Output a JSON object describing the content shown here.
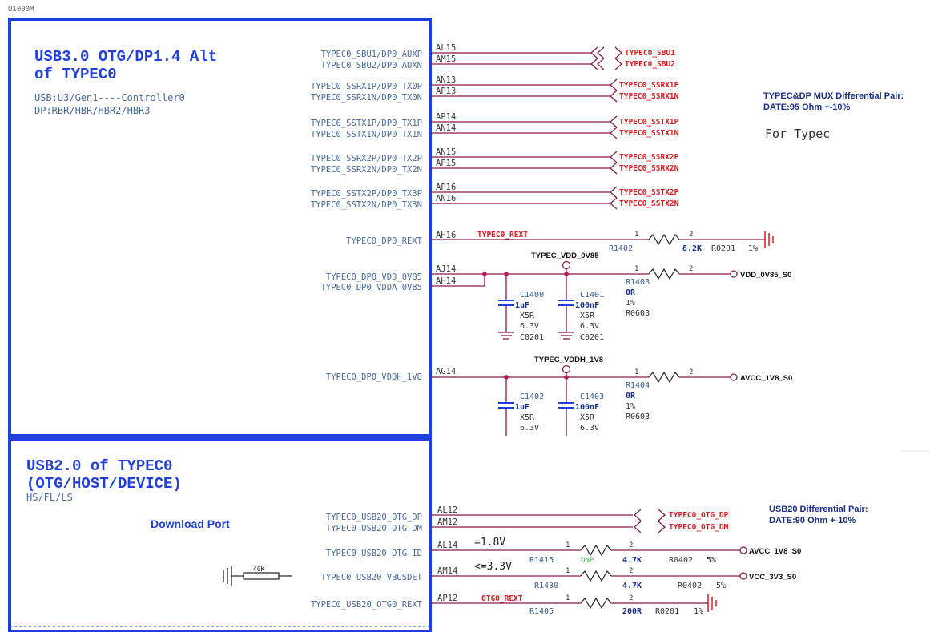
{
  "component_ref": "U1000M",
  "top_block": {
    "title_line1": "USB3.0 OTG/DP1.4 Alt",
    "title_line2": "of TYPEC0",
    "usb_info": "USB:U3/Gen1----Controller0",
    "dp_info": "DP:RBR/HBR/HBR2/HBR3",
    "diff_pairs": [
      {
        "pins": [
          "AL15",
          "AM15"
        ],
        "names": [
          "TYPEC0_SBU1/DP0_AUXP",
          "TYPEC0_SBU2/DP0_AUXN"
        ],
        "nets": [
          "TYPEC0_SBU1",
          "TYPEC0_SBU2"
        ]
      },
      {
        "pins": [
          "AN13",
          "AP13"
        ],
        "names": [
          "TYPEC0_SSRX1P/DP0_TX0P",
          "TYPEC0_SSRX1N/DP0_TX0N"
        ],
        "nets": [
          "TYPEC0_SSRX1P",
          "TYPEC0_SSRX1N"
        ]
      },
      {
        "pins": [
          "AP14",
          "AN14"
        ],
        "names": [
          "TYPEC0_SSTX1P/DP0_TX1P",
          "TYPEC0_SSTX1N/DP0_TX1N"
        ],
        "nets": [
          "TYPEC0_SSTX1P",
          "TYPEC0_SSTX1N"
        ]
      },
      {
        "pins": [
          "AN15",
          "AP15"
        ],
        "names": [
          "TYPEC0_SSRX2P/DP0_TX2P",
          "TYPEC0_SSRX2N/DP0_TX2N"
        ],
        "nets": [
          "TYPEC0_SSRX2P",
          "TYPEC0_SSRX2N"
        ]
      },
      {
        "pins": [
          "AP16",
          "AN16"
        ],
        "names": [
          "TYPEC0_SSTX2P/DP0_TX3P",
          "TYPEC0_SSTX2N/DP0_TX3N"
        ],
        "nets": [
          "TYPEC0_SSTX2P",
          "TYPEC0_SSTX2N"
        ]
      }
    ],
    "mux_note_line1": "TYPEC&DP MUX Differential Pair:",
    "mux_note_line2": "DATE:95  Ohm +-10%",
    "for_typec": "For Typec",
    "rext": {
      "pin": "AH16",
      "name": "TYPEC0_DP0_REXT",
      "net": "TYPEC0_REXT",
      "ref": "R1402",
      "value": "8.2K",
      "pkg": "R0201",
      "tol": "1%",
      "pin1": "1",
      "pin2": "2"
    },
    "vdd": {
      "pins": [
        "AJ14",
        "AH14"
      ],
      "names": [
        "TYPEC0_DP0_VDD_0V85",
        "TYPEC0_DP0_VDDA_0V85"
      ],
      "rail": "TYPEC_VDD_0V85",
      "ref": "R1403",
      "value": "0R",
      "tol": "1%",
      "pkg": "R0603",
      "net": "VDD_0V85_S0",
      "pin1": "1",
      "pin2": "2",
      "caps": [
        {
          "ref": "C1400",
          "value": "1uF",
          "diel": "X5R",
          "volt": "6.3V",
          "pkg": "C0201"
        },
        {
          "ref": "C1401",
          "value": "100nF",
          "diel": "X5R",
          "volt": "6.3V",
          "pkg": "C0201"
        }
      ]
    },
    "vddh": {
      "pin": "AG14",
      "name": "TYPEC0_DP0_VDDH_1V8",
      "rail": "TYPEC_VDDH_1V8",
      "ref": "R1404",
      "value": "0R",
      "tol": "1%",
      "pkg": "R0603",
      "net": "AVCC_1V8_S0",
      "pin1": "1",
      "pin2": "2",
      "caps": [
        {
          "ref": "C1402",
          "value": "1uF",
          "diel": "X5R",
          "volt": "6.3V"
        },
        {
          "ref": "C1403",
          "value": "100nF",
          "diel": "X5R",
          "volt": "6.3V"
        }
      ]
    }
  },
  "bottom_block": {
    "title_line1": "USB2.0 of TYPEC0",
    "title_line2": "(OTG/HOST/DEVICE)",
    "speeds": "HS/FL/LS",
    "download_port": "Download Port",
    "usb20_note_line1": "USB20 Differential Pair:",
    "usb20_note_line2": "DATE:90  Ohm +-10%",
    "diff_pair": {
      "pins": [
        "AL12",
        "AM12"
      ],
      "names": [
        "TYPEC0_USB20_OTG_DP",
        "TYPEC0_USB20_OTG_DM"
      ],
      "nets": [
        "TYPEC0_OTG_DP",
        "TYPEC0_OTG_DM"
      ]
    },
    "otg_id": {
      "pin": "AL14",
      "name": "TYPEC0_USB20_OTG_ID",
      "voltage": "=1.8V",
      "ref": "R1415",
      "dnp": "DNP",
      "value": "4.7K",
      "pkg": "R0402",
      "tol": "5%",
      "net": "AVCC_1V8_S0",
      "pin1": "1",
      "pin2": "2"
    },
    "vbusdet": {
      "pin": "AM14",
      "name": "TYPEC0_USB20_VBUSDET",
      "voltage": "<=3.3V",
      "ref": "R1430",
      "value": "4.7K",
      "pkg": "R0402",
      "tol": "5%",
      "net": "VCC_3V3_S0",
      "pull": "40K",
      "pin1": "1",
      "pin2": "2"
    },
    "rext": {
      "pin": "AP12",
      "name": "TYPEC0_USB20_OTG0_REXT",
      "net": "OTG0_REXT",
      "ref": "R1405",
      "value": "200R",
      "pkg": "R0201",
      "tol": "1%",
      "pin1": "1",
      "pin2": "2"
    }
  }
}
